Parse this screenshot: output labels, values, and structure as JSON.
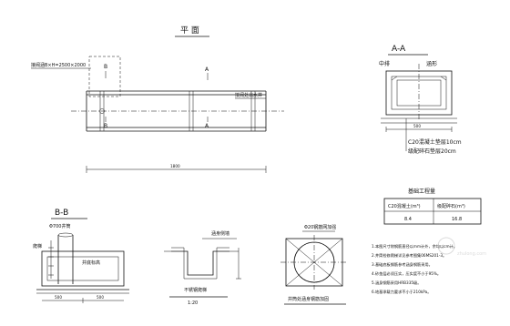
{
  "plan": {
    "title": "平 面",
    "section_a": "A",
    "section_b": "B",
    "shaft_label": "接阀涵B×H=2500×2000",
    "well_label": "接阀处出水井",
    "length_dim": "1800"
  },
  "section_aa": {
    "title": "A-A",
    "left_label": "中排",
    "right_label": "涵形",
    "dim": "500",
    "note_1": "C20混凝土垫层10cm",
    "note_2": "级配碎石垫层20cm"
  },
  "quantity_table": {
    "title": "基础工程量",
    "headers": [
      "C20混凝土(m³)",
      "级配碎石(m³)"
    ],
    "values": [
      "8.4",
      "16.8"
    ]
  },
  "section_bb": {
    "title": "B-B",
    "pipe_label": "Φ700井筒",
    "ladder_label": "爬梯",
    "bottom_label": "井底标高",
    "dims": [
      "500",
      "500"
    ]
  },
  "detail_1": {
    "label": "涵身侧墙",
    "caption": "不锈钢爬梯",
    "scale": "1:20"
  },
  "detail_2": {
    "top_label": "Φ20钢筋网加强",
    "caption": "井筒处涵身钢筋加固"
  },
  "notes": [
    "1.本图尺寸除钢筋直径以mm计外，余均以cm计。",
    "2.井筒检修爬梯详见参考图集06MS201-3。",
    "3.基础底板钢筋参考涵身钢筋采用。",
    "4.砂垫层必须压实，压实度不小于95%。",
    "5.涵身钢筋采用HRB335级。",
    "6.地基承载力要求不小于210kPa。"
  ],
  "watermark": "zhulong.com"
}
